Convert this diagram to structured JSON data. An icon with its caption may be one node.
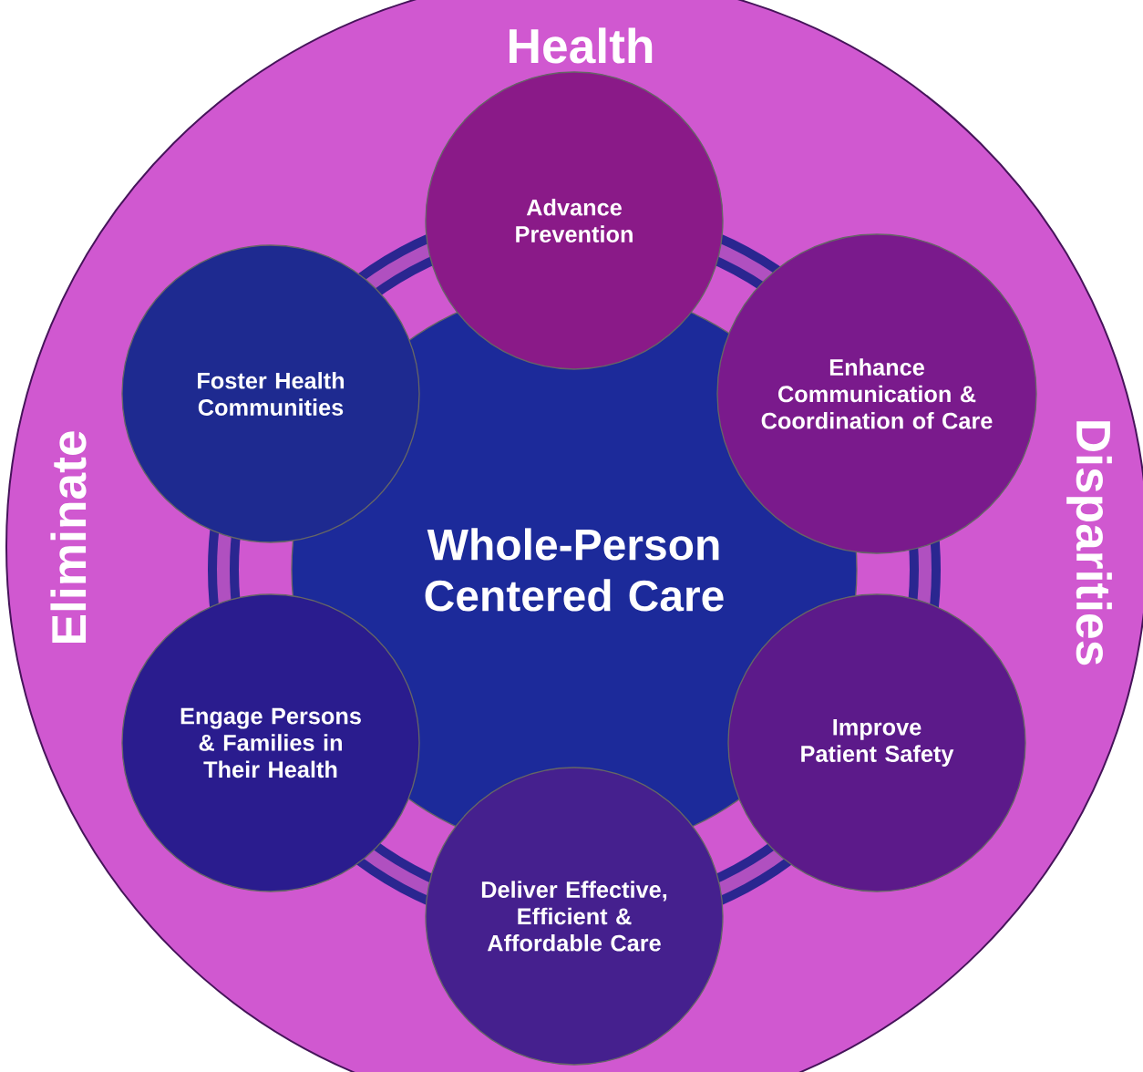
{
  "diagram": {
    "nodes": [
      {
        "text": [
          "Eliminate",
          "Health",
          "Disparities"
        ]
      },
      {
        "text": [
          "Whole-Person Centered Care"
        ],
        "in": 0
      },
      {
        "text": [
          "Advance Prevention"
        ],
        "in": 0
      },
      {
        "text": [
          "Enhance Communication & Coordination of Care"
        ],
        "in": 0
      },
      {
        "text": [
          "Improve Patient Safety"
        ],
        "in": 0
      },
      {
        "text": [
          "Deliver Effective, Efficient & Affordable Care"
        ],
        "in": 0
      },
      {
        "text": [
          "Engage Persons & Families in Their Health"
        ],
        "in": 0
      },
      {
        "text": [
          "Foster Health Communities"
        ],
        "in": 0
      }
    ]
  }
}
